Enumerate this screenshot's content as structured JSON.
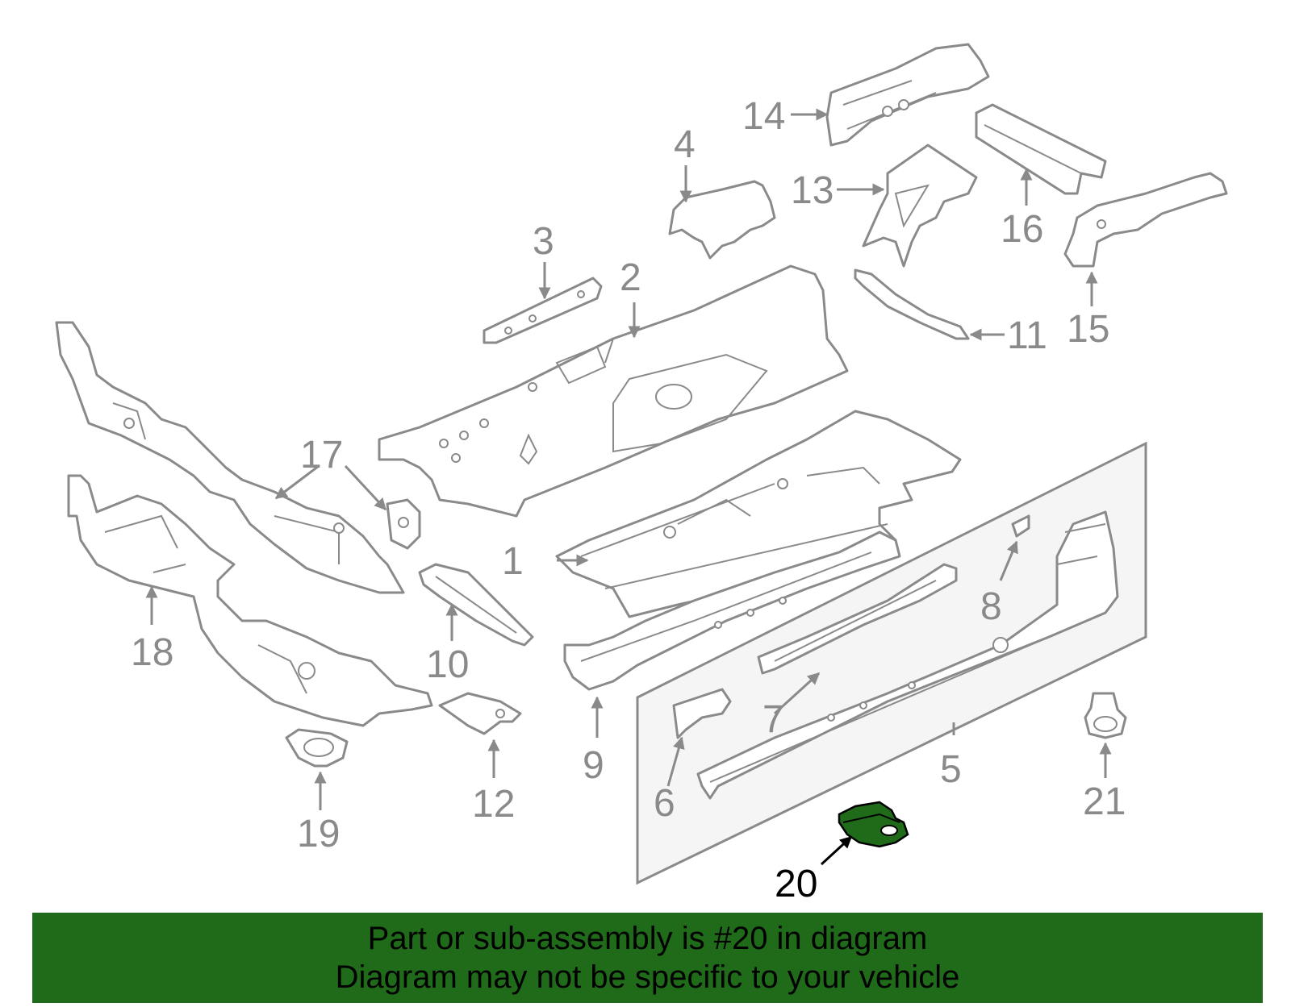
{
  "diagram": {
    "highlight_color": "#1f6b19",
    "outline_color": "#8a8a8a",
    "callouts": [
      "1",
      "2",
      "3",
      "4",
      "5",
      "6",
      "7",
      "8",
      "9",
      "10",
      "11",
      "12",
      "13",
      "14",
      "15",
      "16",
      "17",
      "18",
      "19",
      "20",
      "21"
    ],
    "highlighted_callout": "20"
  },
  "banner": {
    "background": "#1f6b19",
    "line1": "Part or sub-assembly is #20 in diagram",
    "line2": "Diagram may not be specific to your vehicle"
  }
}
